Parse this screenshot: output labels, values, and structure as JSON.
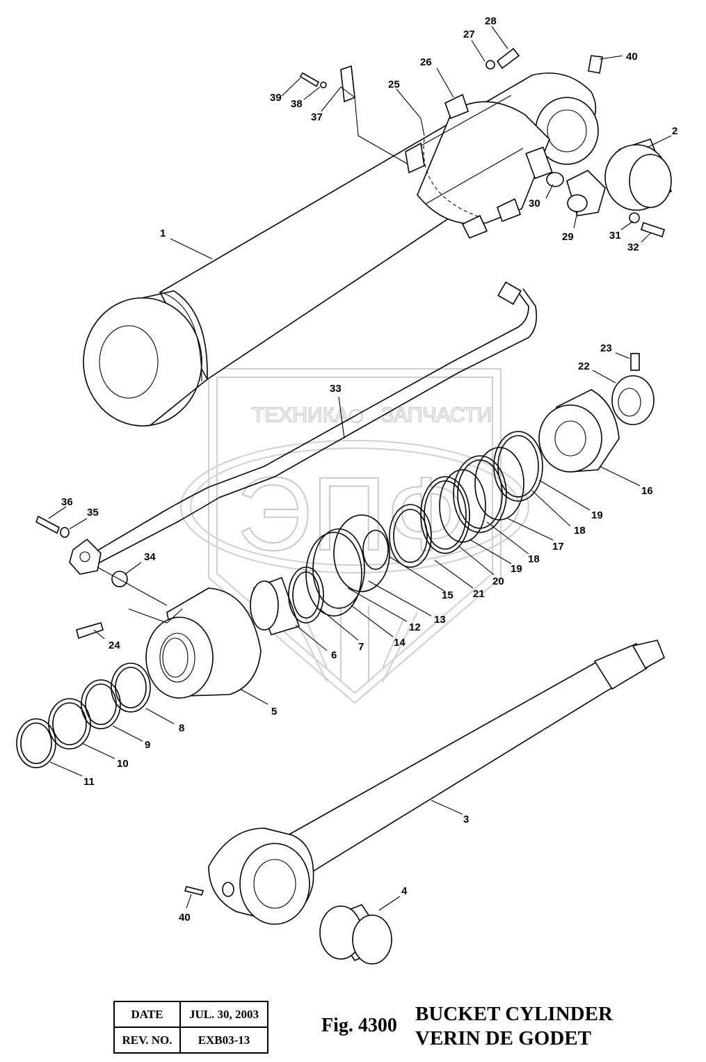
{
  "watermark": {
    "top_text_left": "ТЕХНИКА",
    "top_text_right": "ЗАПЧАСТИ",
    "logo_letters": "ЭПФ"
  },
  "callouts": [
    {
      "id": "c1",
      "label": "1"
    },
    {
      "id": "c2",
      "label": "2"
    },
    {
      "id": "c3",
      "label": "3"
    },
    {
      "id": "c4",
      "label": "4"
    },
    {
      "id": "c5",
      "label": "5"
    },
    {
      "id": "c6",
      "label": "6"
    },
    {
      "id": "c7",
      "label": "7"
    },
    {
      "id": "c8",
      "label": "8"
    },
    {
      "id": "c9",
      "label": "9"
    },
    {
      "id": "c10",
      "label": "10"
    },
    {
      "id": "c11",
      "label": "11"
    },
    {
      "id": "c12",
      "label": "12"
    },
    {
      "id": "c13",
      "label": "13"
    },
    {
      "id": "c14",
      "label": "14"
    },
    {
      "id": "c15",
      "label": "15"
    },
    {
      "id": "c16",
      "label": "16"
    },
    {
      "id": "c17",
      "label": "17"
    },
    {
      "id": "c18a",
      "label": "18"
    },
    {
      "id": "c18b",
      "label": "18"
    },
    {
      "id": "c19a",
      "label": "19"
    },
    {
      "id": "c19b",
      "label": "19"
    },
    {
      "id": "c20",
      "label": "20"
    },
    {
      "id": "c21",
      "label": "21"
    },
    {
      "id": "c22",
      "label": "22"
    },
    {
      "id": "c23",
      "label": "23"
    },
    {
      "id": "c24",
      "label": "24"
    },
    {
      "id": "c25",
      "label": "25"
    },
    {
      "id": "c26",
      "label": "26"
    },
    {
      "id": "c27",
      "label": "27"
    },
    {
      "id": "c28",
      "label": "28"
    },
    {
      "id": "c29",
      "label": "29"
    },
    {
      "id": "c30",
      "label": "30"
    },
    {
      "id": "c31",
      "label": "31"
    },
    {
      "id": "c32",
      "label": "32"
    },
    {
      "id": "c33",
      "label": "33"
    },
    {
      "id": "c34",
      "label": "34"
    },
    {
      "id": "c35",
      "label": "35"
    },
    {
      "id": "c36",
      "label": "36"
    },
    {
      "id": "c37",
      "label": "37"
    },
    {
      "id": "c38",
      "label": "38"
    },
    {
      "id": "c39",
      "label": "39"
    },
    {
      "id": "c40a",
      "label": "40"
    },
    {
      "id": "c40b",
      "label": "40"
    }
  ],
  "title_block": {
    "date_label": "DATE",
    "date_value": "JUL. 30, 2003",
    "rev_label": "REV. NO.",
    "rev_value": "EXB03-13"
  },
  "figure": {
    "number": "Fig. 4300",
    "title_en": "BUCKET CYLINDER",
    "title_fr": "VERIN DE GODET"
  }
}
